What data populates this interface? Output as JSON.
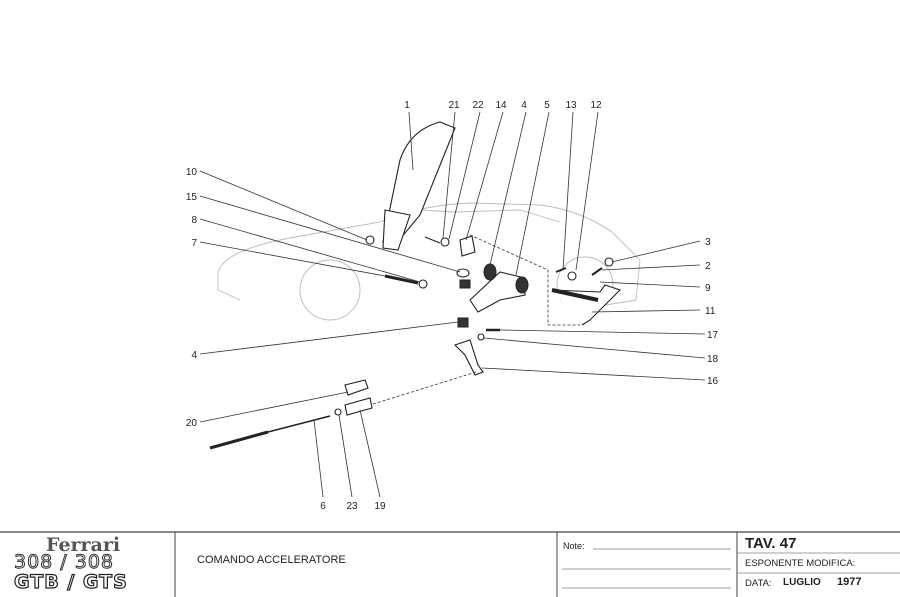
{
  "diagram": {
    "callouts": [
      {
        "n": "1"
      },
      {
        "n": "21"
      },
      {
        "n": "22"
      },
      {
        "n": "14"
      },
      {
        "n": "4"
      },
      {
        "n": "5"
      },
      {
        "n": "13"
      },
      {
        "n": "12"
      },
      {
        "n": "10"
      },
      {
        "n": "15"
      },
      {
        "n": "8"
      },
      {
        "n": "7"
      },
      {
        "n": "4"
      },
      {
        "n": "20"
      },
      {
        "n": "3"
      },
      {
        "n": "2"
      },
      {
        "n": "9"
      },
      {
        "n": "11"
      },
      {
        "n": "17"
      },
      {
        "n": "18"
      },
      {
        "n": "16"
      },
      {
        "n": "6"
      },
      {
        "n": "23"
      },
      {
        "n": "19"
      }
    ]
  },
  "title_block": {
    "brand": "Ferrari",
    "model_line1": "308 / 308",
    "model_line2": "GTB / GTS",
    "title": "COMANDO ACCELERATORE",
    "notes_label": "Note:",
    "tav": "TAV. 47",
    "esponente_label": "ESPONENTE MODIFICA:",
    "data_label": "DATA:",
    "data_month": "LUGLIO",
    "data_year": "1977"
  }
}
